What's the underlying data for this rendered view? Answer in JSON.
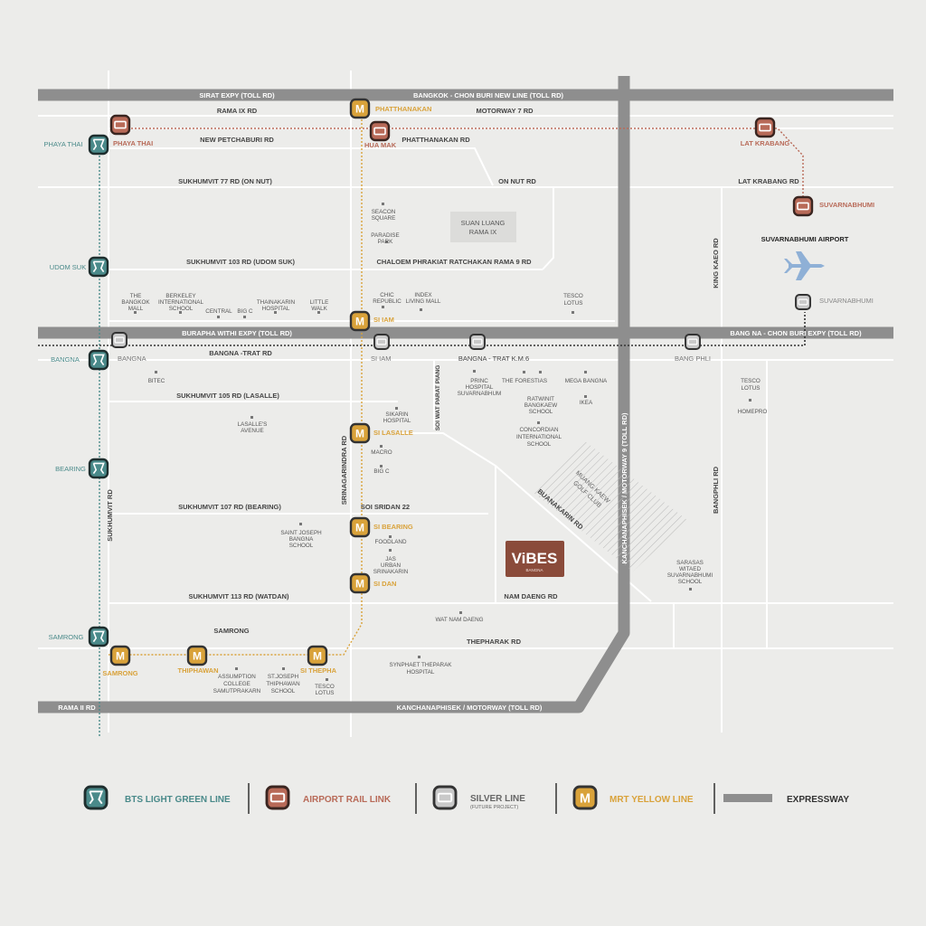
{
  "expressways": {
    "sirat": "SIRAT EXPY (TOLL RD)",
    "bangkok_chonburi": "BANGKOK - CHON BURI NEW LINE (TOLL RD)",
    "burapha": "BURAPHA WITHI EXPY (TOLL RD)",
    "bangna_chonburi": "BANG NA - CHON BURI EXPY (TOLL RD)",
    "kanchanaphisek_bottom": "KANCHANAPHISEK / MOTORWAY (TOLL RD)",
    "kanchanaphisek_vertical": "KANCHANAPHISEK / MOTORWAY 9 (TOLL RD)"
  },
  "roads": {
    "rama_ix": "RAMA IX RD",
    "motorway7": "MOTORWAY 7 RD",
    "new_petchaburi": "NEW PETCHABURI RD",
    "phatthanakan_rd": "PHATTHANAKAN RD",
    "sukhumvit77": "SUKHUMVIT 77 RD (ON NUT)",
    "on_nut": "ON NUT RD",
    "lat_krabang_rd": "LAT KRABANG RD",
    "sukhumvit103": "SUKHUMVIT 103 RD (UDOM SUK)",
    "chaloem": "CHALOEM PHRAKIAT RATCHAKAN RAMA 9 RD",
    "bangna_trat": "BANGNA -TRAT RD",
    "bangna_trat_km6": "BANGNA - TRAT K.M.6",
    "sukhumvit105": "SUKHUMVIT 105 RD (LASALLE)",
    "sukhumvit107": "SUKHUMVIT 107 RD (BEARING)",
    "soi_sridan": "SOI SRIDAN 22",
    "sukhumvit113": "SUKHUMVIT 113 RD (WATDAN)",
    "nam_daeng": "NAM DAENG RD",
    "thepharak": "THEPHARAK RD",
    "rama_ii": "RAMA II RD",
    "sukhumvit_rd": "SUKHUMVIT RD",
    "srinagarindra": "SRINAGARINDRA RD",
    "soi_wat_parat": "SOI WAT PARAT PIANG",
    "buanakarin": "BUANAKARIN RD",
    "king_kaeo": "KING KAEO RD",
    "bangphli_rd": "BANGPHLI RD",
    "samrong_area": "SAMRONG"
  },
  "stations": {
    "phaya_thai_bts": "PHAYA THAI",
    "phaya_thai_arl": "PHAYA THAI",
    "udom_suk": "UDOM SUK",
    "bangna_bts": "BANGNA",
    "bangna_silver": "BANGNA",
    "bearing": "BEARING",
    "samrong_bts": "SAMRONG",
    "samrong_mrt": "SAMRONG",
    "thiphawan": "THIPHAWAN",
    "si_thepha": "SI THEPHA",
    "phatthanakan": "PHATTHANAKAN",
    "hua_mak": "HUA MAK",
    "si_iam_mrt": "SI IAM",
    "si_iam_silver": "SI IAM",
    "si_lasalle": "SI LASALLE",
    "si_bearing": "SI BEARING",
    "si_dan": "SI DAN",
    "bang_phli": "BANG PHLI",
    "lat_krabang": "LAT KRABANG",
    "suvarnabhumi_arl": "SUVARNABHUMI",
    "suvarnabhumi_silver": "SUVARNABHUMI",
    "icon_glyph": "M"
  },
  "landmarks": {
    "seacon_1": "SEACON",
    "seacon_2": "SQUARE",
    "paradise_1": "PARADISE",
    "paradise_2": "PARK",
    "suan_luang_1": "SUAN LUANG",
    "suan_luang_2": "RAMA IX",
    "airport": "SUVARNABHUMI AIRPORT",
    "bkk_mall_1": "THE",
    "bkk_mall_2": "BANGKOK",
    "bkk_mall_3": "MALL",
    "berkeley_1": "BERKELEY",
    "berkeley_2": "INTERNATIONAL",
    "berkeley_3": "SCHOOL",
    "central": "CENTRAL",
    "bigc_1": "BIG C",
    "thainakarin_1": "THAINAKARIN",
    "thainakarin_2": "HOSPITAL",
    "little_1": "LITTLE",
    "little_2": "WALK",
    "chic_1": "CHIC",
    "chic_2": "REPUBLIC",
    "index_1": "INDEX",
    "index_2": "LIVING MALL",
    "tesco_lotus_1a": "TESCO",
    "tesco_lotus_1b": "LOTUS",
    "bitec": "BITEC",
    "princ_1": "PRINC",
    "princ_2": "HOSPITAL",
    "princ_3": "SUVARNABHUM",
    "forestias": "THE FORESTIAS",
    "ratwinit_1": "RATWINIT",
    "ratwinit_2": "BANGKAEW",
    "ratwinit_3": "SCHOOL",
    "mega_1": "MEGA BANGNA",
    "ikea": "IKEA",
    "tesco_lotus_2a": "TESCO",
    "tesco_lotus_2b": "LOTUS",
    "homepro": "HOMEPRO",
    "lasalles_1": "LASALLE'S",
    "lasalles_2": "AVENUE",
    "sikarin_1": "SIKARIN",
    "sikarin_2": "HOSPITAL",
    "macro": "MACRO",
    "bigc_2": "BIG C",
    "concordian_1": "CONCORDIAN",
    "concordian_2": "INTERNATIONAL",
    "concordian_3": "SCHOOL",
    "golf_1": "MUANG KAEW",
    "golf_2": "GOLF CLUB",
    "saint_joseph_1": "SAINT JOSEPH",
    "saint_joseph_2": "BANGNA",
    "saint_joseph_3": "SCHOOL",
    "foodland": "FOODLAND",
    "jas_1": "JAS",
    "jas_2": "URBAN",
    "jas_3": "SRINAKARIN",
    "sarasas_1": "SARASAS",
    "sarasas_2": "WITAED",
    "sarasas_3": "SUVARNABHUMI",
    "sarasas_4": "SCHOOL",
    "wat_nam_daeng": "WAT NAM DAENG",
    "assumption_1": "ASSUMPTION",
    "assumption_2": "COLLEGE",
    "assumption_3": "SAMUTPRAKARN",
    "stjoseph_t_1": "ST.JOSEPH",
    "stjoseph_t_2": "THIPHAWAN",
    "stjoseph_t_3": "SCHOOL",
    "tesco_lotus_3a": "TESCO",
    "tesco_lotus_3b": "LOTUS",
    "synphaet_1": "SYNPHAET THEPARAK",
    "synphaet_2": "HOSPITAL"
  },
  "project": {
    "name": "ViBES",
    "sub": "BANGNA",
    "color": "#8a4b3a"
  },
  "legend": {
    "bts": "BTS LIGHT GREEN LINE",
    "arl": "AIRPORT RAIL LINK",
    "silver": "SILVER LINE",
    "silver_sub": "(FUTURE PROJECT)",
    "mrt": "MRT YELLOW LINE",
    "expressway": "EXPRESSWAY"
  },
  "colors": {
    "bts": "#4a8a8a",
    "arl": "#b86a58",
    "silver": "#9a9a9a",
    "mrt": "#d9a23a",
    "expressway": "#8e8e8e",
    "road": "#ffffff",
    "background": "#ececea"
  }
}
